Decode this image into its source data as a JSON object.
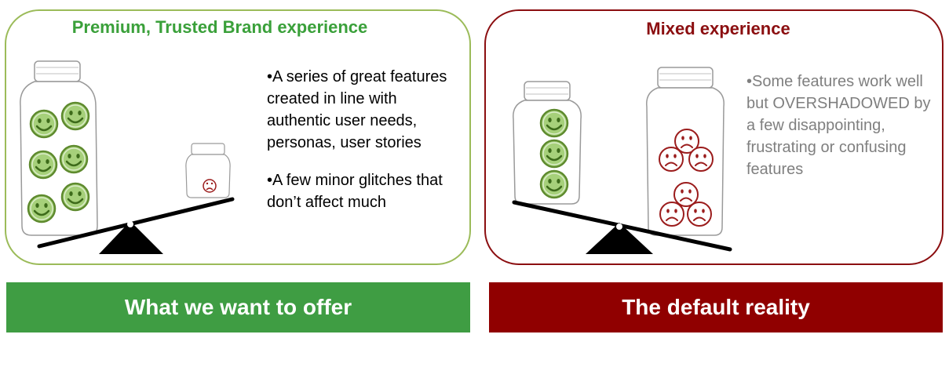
{
  "left_panel": {
    "title": "Premium, Trusted Brand experience",
    "bullets": [
      "•A series of great features created in line with authentic user needs, personas, user stories",
      "•A few minor glitches that don’t affect much"
    ],
    "banner": "What we want to offer",
    "accent_color": "#9bbb59",
    "banner_color": "#3f9d43"
  },
  "right_panel": {
    "title": "Mixed experience",
    "bullets": [
      "•Some features work well but OVERSHADOWED by a few disappointing, frustrating or confusing features"
    ],
    "banner": "The default reality",
    "accent_color": "#8b0e10",
    "banner_color": "#900000"
  },
  "icons": {
    "happy_face": "green-smiley-icon",
    "sad_face": "red-frown-icon",
    "jar": "jar-icon",
    "seesaw": "seesaw-icon"
  }
}
